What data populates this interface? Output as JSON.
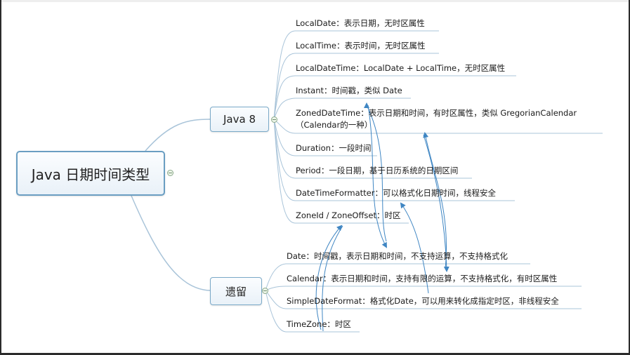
{
  "root": {
    "label": "Java 日期时间类型"
  },
  "java8": {
    "label": "Java 8",
    "items": [
      "LocalDate：表示日期，无时区属性",
      "LocalTime：表示时间，无时区属性",
      "LocalDateTime：LocalDate + LocalTime，无时区属性",
      "Instant：时间戳，类似 Date",
      "ZonedDateTime：表示日期和时间，有时区属性，类似 GregorianCalendar",
      "（Calendar的一种）",
      "Duration：一段时间",
      "Period：一段日期，基于日历系统的日期区间",
      "DateTimeFormatter：可以格式化日期时间，线程安全",
      "ZoneId / ZoneOffset：时区"
    ]
  },
  "legacy": {
    "label": "遗留",
    "items": [
      "Date：时间戳，表示日期和时间，不支持运算，不支持格式化",
      "Calendar：表示日期和时间，支持有限的运算，不支持格式化，有时区属性",
      "SimpleDateFormat：格式化Date，可以用来转化成指定时区，非线程安全",
      "TimeZone：时区"
    ]
  },
  "colors": {
    "branch": "#a9c4d9",
    "relation": "#3f86c3",
    "node_border": "#7aa9c8"
  }
}
